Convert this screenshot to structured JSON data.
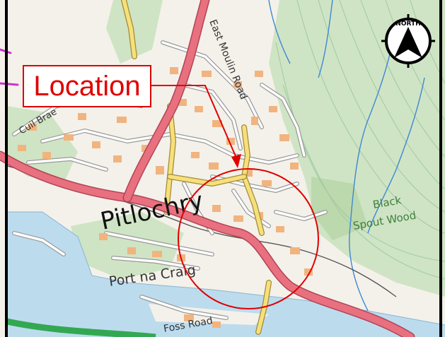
{
  "map": {
    "callout_label": "Location",
    "north_label": "NORTH",
    "place_labels": {
      "town": "Pitlochry",
      "port": "Port na Craig",
      "road_east_moulin": "East Moulin Road",
      "road_cuil_brae": "Cuil Brae",
      "road_foss": "Foss Road",
      "wood_line1": "Black",
      "wood_line2": "Spout Wood"
    },
    "colors": {
      "land": "#f4f1ea",
      "woodland": "#cfe4c4",
      "water": "#bcdcee",
      "main_road": "#e8707f",
      "minor_road": "#f7e07a",
      "street_fill": "#ffffff",
      "street_casing": "#9a9a9a",
      "building": "#f1b47f",
      "contour": "#9fc9a3",
      "rail": "#555555",
      "stream": "#3d88d6",
      "callout": "#e00000",
      "green_route": "#33a852"
    },
    "icons": [
      "north-arrow-icon"
    ]
  }
}
